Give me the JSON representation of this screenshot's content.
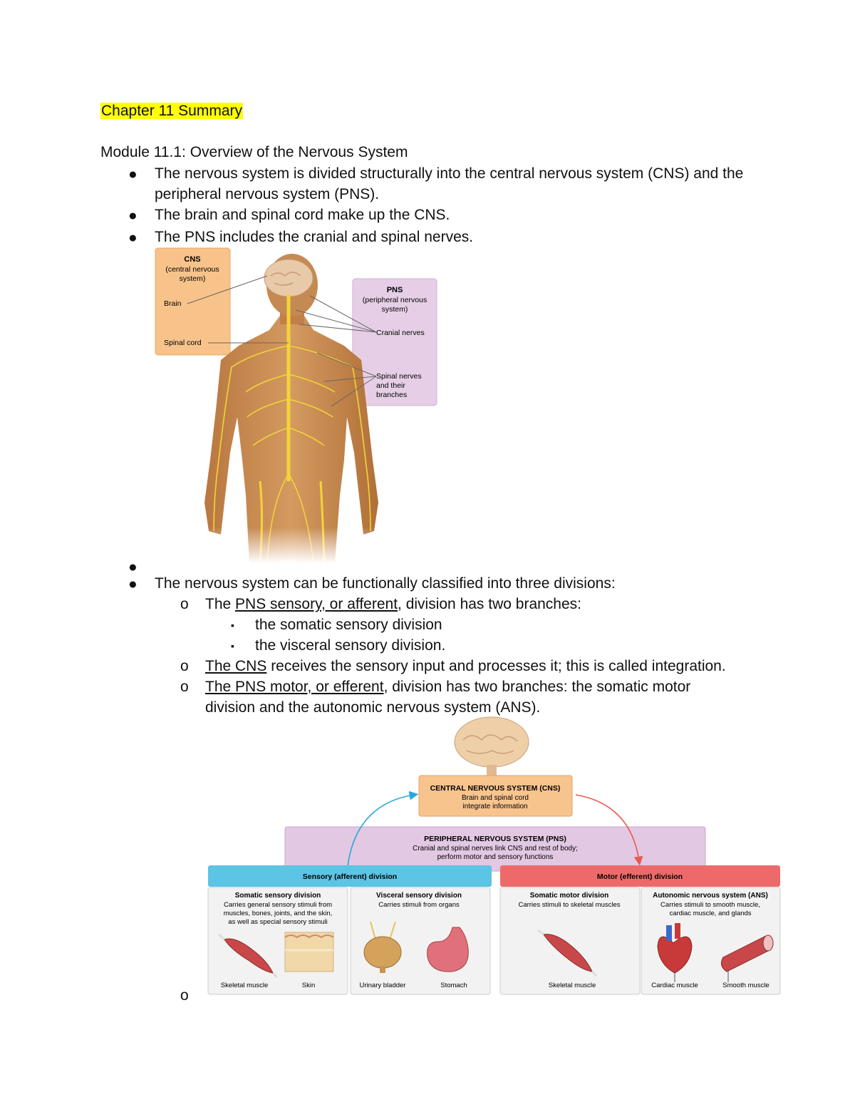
{
  "doc": {
    "title": "Chapter 11 Summary",
    "module_heading": "Module 11.1: Overview of the Nervous System",
    "bullets": [
      "The nervous system is divided structurally into the central nervous system (CNS) and the",
      "peripheral nervous system (PNS).",
      "The brain and spinal cord make up the CNS.",
      "The PNS includes the cranial and spinal nerves."
    ],
    "functional": {
      "intro": "The nervous system can be functionally classified into three divisions:",
      "sensory_pre": "The ",
      "sensory_u": "PNS sensory, or afferent",
      "sensory_post": ", division has two branches:",
      "sub1": " the somatic sensory division",
      "sub2": "the visceral sensory division.",
      "cns_u": "The CNS",
      "cns_post": " receives the sensory input and processes it; this is called integration.",
      "motor_u": "The PNS motor, or efferent",
      "motor_post": ", division has two branches: the somatic motor",
      "motor_line2": "division and the autonomic nervous system (ANS)."
    },
    "markers": {
      "bullet": "●",
      "circle": "o",
      "square": "▪"
    }
  },
  "figure1": {
    "cns_box": {
      "title": "CNS",
      "subtitle_1": "(central nervous",
      "subtitle_2": "system)",
      "brain": "Brain",
      "spinal_cord": "Spinal cord"
    },
    "pns_box": {
      "title": "PNS",
      "subtitle_1": "(peripheral nervous",
      "subtitle_2": "system)",
      "cranial": "Cranial nerves",
      "spinal_1": "Spinal nerves",
      "spinal_2": "and their",
      "spinal_3": "branches"
    },
    "colors": {
      "cns": "#f7c38a",
      "pns": "#e6cfe6",
      "skin": "#c98a4e",
      "nerve": "#f2d43a"
    }
  },
  "figure2": {
    "cns": {
      "title": "CENTRAL NERVOUS SYSTEM (CNS)",
      "line1": "Brain and spinal cord",
      "line2": "integrate information"
    },
    "pns": {
      "title": "PERIPHERAL NERVOUS SYSTEM (PNS)",
      "line1": "Cranial and spinal nerves link CNS and rest of body;",
      "line2": "perform motor and sensory functions"
    },
    "sensory_header": "Sensory (afferent) division",
    "motor_header": "Motor (efferent) division",
    "somatic_sensory": {
      "title": "Somatic sensory division",
      "l1": "Carries general sensory stimuli from",
      "l2": "muscles, bones, joints, and the skin,",
      "l3": "as well as special sensory stimuli",
      "cap1": "Skeletal muscle",
      "cap2": "Skin"
    },
    "visceral_sensory": {
      "title": "Visceral sensory division",
      "l1": "Carries stimuli from organs",
      "cap1": "Urinary bladder",
      "cap2": "Stomach"
    },
    "somatic_motor": {
      "title": "Somatic motor division",
      "l1": "Carries stimuli to skeletal muscles",
      "cap1": "Skeletal muscle"
    },
    "ans": {
      "title": "Autonomic nervous system (ANS)",
      "l1": "Carries stimuli to smooth muscle,",
      "l2": "cardiac muscle, and glands",
      "cap1": "Cardiac muscle",
      "cap2": "Smooth muscle"
    },
    "colors": {
      "sensory": "#5cc4e4",
      "motor": "#ee6a6a",
      "pns": "#e2c8e2",
      "cns": "#f8c48e"
    }
  }
}
